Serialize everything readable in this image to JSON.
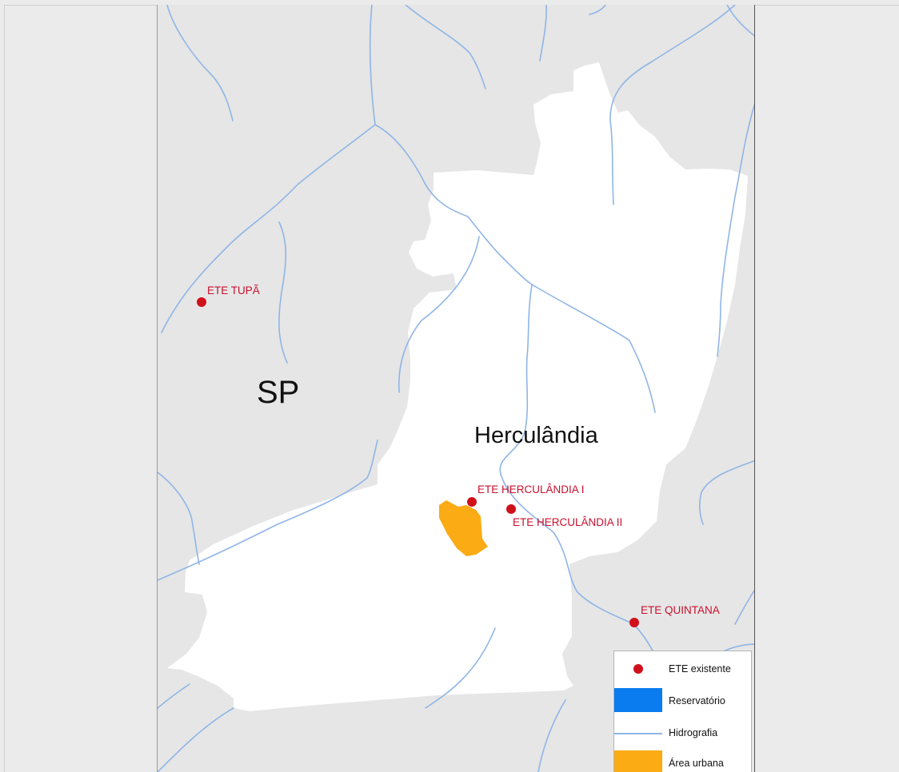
{
  "map": {
    "region_label": "SP",
    "municipality_label": "Herculândia",
    "ete_points": [
      {
        "id": "tupa",
        "label": "ETE TUPÃ"
      },
      {
        "id": "herculandia-1",
        "label": "ETE HERCULÂNDIA I"
      },
      {
        "id": "herculandia-2",
        "label": "ETE HERCULÂNDIA II"
      },
      {
        "id": "quintana",
        "label": "ETE QUINTANA"
      }
    ],
    "colors": {
      "background_region": "#e6e6e6",
      "municipality": "#ffffff",
      "river": "#8fb5e6",
      "ete_point": "#d0101b",
      "ete_label": "#c8102e",
      "urban_area": "#fbab13",
      "reservoir": "#0a7cf0"
    }
  },
  "legend": {
    "items": [
      {
        "symbol": "dot",
        "label": "ETE existente"
      },
      {
        "symbol": "fill-blue",
        "label": "Reservatório"
      },
      {
        "symbol": "line",
        "label": "Hidrografia"
      },
      {
        "symbol": "fill-orange",
        "label": "Área urbana"
      }
    ]
  }
}
